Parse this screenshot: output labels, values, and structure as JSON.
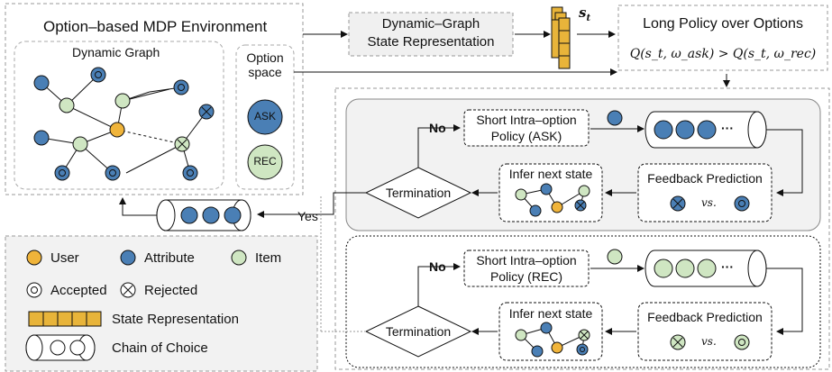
{
  "env": {
    "title": "Option–based MDP Environment",
    "graph_title": "Dynamic Graph",
    "option_space": "Option space",
    "ask": "ASK",
    "rec": "REC"
  },
  "state_rep": {
    "line1": "Dynamic–Graph",
    "line2": "State Representation",
    "symbol": "s",
    "symbol_sub": "t"
  },
  "policy": {
    "title": "Long Policy over Options",
    "formula": "Q(s_t, ω_ask) > Q(s_t, ω_rec)"
  },
  "ask_panel": {
    "no": "No",
    "intra_line1": "Short Intra–option",
    "intra_line2": "Policy (ASK)",
    "chain_dots": "···",
    "infer": "Infer next state",
    "feedback": "Feedback Prediction",
    "vs": "vs.",
    "termination": "Termination"
  },
  "rec_panel": {
    "no": "No",
    "intra_line1": "Short Intra–option",
    "intra_line2": "Policy (REC)",
    "chain_dots": "···",
    "infer": "Infer next state",
    "feedback": "Feedback Prediction",
    "vs": "vs.",
    "termination": "Termination"
  },
  "yes": "Yes",
  "legend": {
    "user": "User",
    "attribute": "Attribute",
    "item": "Item",
    "accepted": "Accepted",
    "rejected": "Rejected",
    "state_representation": "State Representation",
    "chain_of_choice": "Chain of Choice"
  },
  "colors": {
    "user": "#f0b43a",
    "attribute": "#4a7fb5",
    "item": "#cfe6c2",
    "state_block": "#e8b43a",
    "panel_fill": "#f2f2f2"
  }
}
